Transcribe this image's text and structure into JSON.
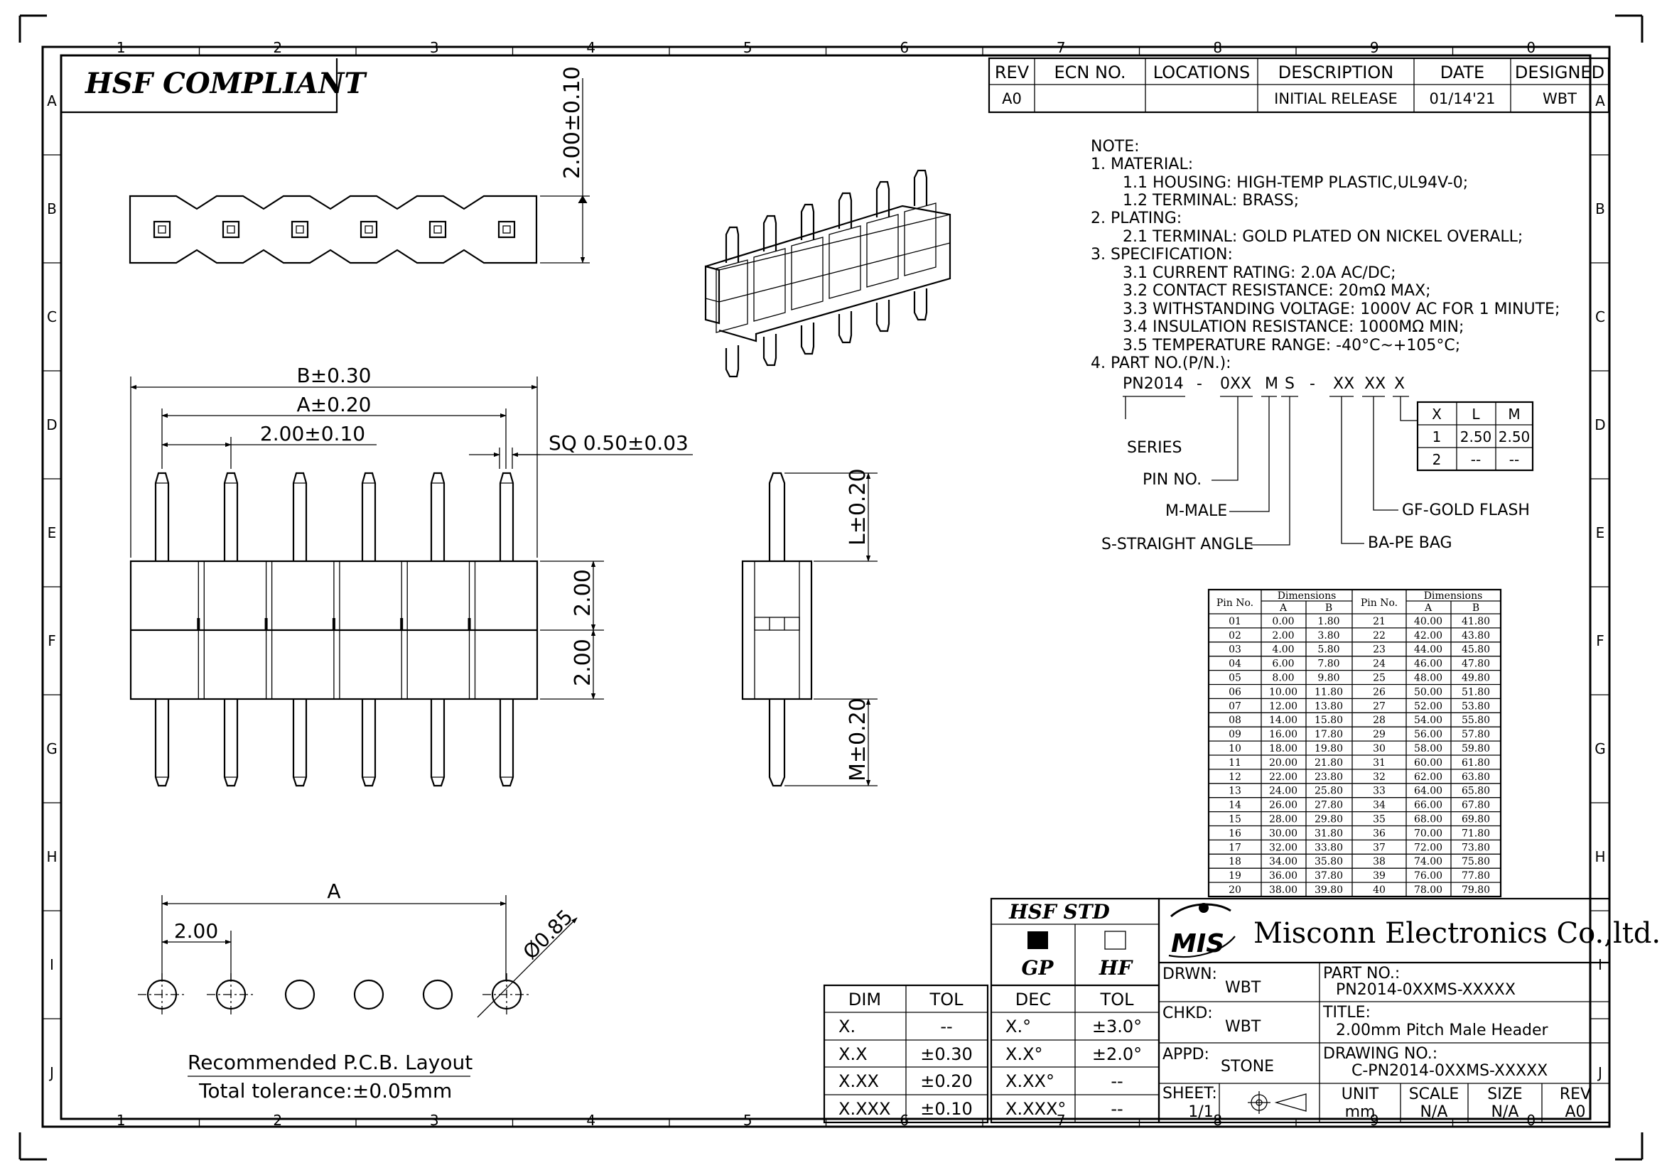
{
  "frame": {
    "cols": [
      "1",
      "2",
      "3",
      "4",
      "5",
      "6",
      "7",
      "8",
      "9",
      "0"
    ],
    "rows": [
      "A",
      "B",
      "C",
      "D",
      "E",
      "F",
      "G",
      "H",
      "I",
      "J"
    ]
  },
  "compliance": "HSF COMPLIANT",
  "revision": {
    "headers": [
      "REV",
      "ECN NO.",
      "LOCATIONS",
      "DESCRIPTION",
      "DATE",
      "DESIGNED"
    ],
    "row": [
      "A0",
      "",
      "",
      "INITIAL RELEASE",
      "01/14'21",
      "WBT"
    ]
  },
  "notes": [
    "NOTE:",
    "1.  MATERIAL:",
    "1.1  HOUSING: HIGH-TEMP PLASTIC,UL94V-0;",
    "1.2  TERMINAL: BRASS;",
    "2.  PLATING:",
    "2.1  TERMINAL: GOLD PLATED ON NICKEL OVERALL;",
    "3.  SPECIFICATION:",
    "3.1  CURRENT RATING: 2.0A AC/DC;",
    "3.2  CONTACT   RESISTANCE: 20mΩ MAX;",
    "3.3  WITHSTANDING VOLTAGE: 1000V AC FOR 1 MINUTE;",
    "3.4  INSULATION RESISTANCE: 1000MΩ MIN;",
    "3.5  TEMPERATURE RANGE:  -40°C~+105°C;",
    "4.  PART NO.(P/N.):"
  ],
  "part_number": {
    "segments": [
      "PN2014",
      "-",
      "0XX",
      "M",
      "S",
      "-",
      "XX",
      "XX",
      "X"
    ],
    "labels": {
      "series": "SERIES",
      "pin_no": "PIN NO.",
      "male": "M-MALE",
      "straight": "S-STRAIGHT ANGLE",
      "pe_bag": "BA-PE BAG",
      "gold_flash": "GF-GOLD FLASH"
    },
    "option_table": {
      "headers": [
        "X",
        "L",
        "M"
      ],
      "rows": [
        [
          "1",
          "2.50",
          "2.50"
        ],
        [
          "2",
          "--",
          "--"
        ]
      ]
    }
  },
  "dimensions": {
    "height_top": "2.00±0.10",
    "b": "B±0.30",
    "a": "A±0.20",
    "pitch": "2.00±0.10",
    "sq": "SQ 0.50±0.03",
    "housing_upper": "2.00",
    "housing_lower": "2.00",
    "l": "L±0.20",
    "m": "M±0.20",
    "pcb_a": "A",
    "pcb_pitch": "2.00",
    "hole": "Ø0.85"
  },
  "pcb": {
    "caption": "Recommended P.C.B. Layout",
    "tolerance": "Total tolerance:±0.05mm"
  },
  "pin_table": {
    "headers": {
      "pin": "Pin No.",
      "dimensions": "Dimensions",
      "a": "A",
      "b": "B"
    },
    "rows": [
      [
        "01",
        "0.00",
        "1.80",
        "21",
        "40.00",
        "41.80"
      ],
      [
        "02",
        "2.00",
        "3.80",
        "22",
        "42.00",
        "43.80"
      ],
      [
        "03",
        "4.00",
        "5.80",
        "23",
        "44.00",
        "45.80"
      ],
      [
        "04",
        "6.00",
        "7.80",
        "24",
        "46.00",
        "47.80"
      ],
      [
        "05",
        "8.00",
        "9.80",
        "25",
        "48.00",
        "49.80"
      ],
      [
        "06",
        "10.00",
        "11.80",
        "26",
        "50.00",
        "51.80"
      ],
      [
        "07",
        "12.00",
        "13.80",
        "27",
        "52.00",
        "53.80"
      ],
      [
        "08",
        "14.00",
        "15.80",
        "28",
        "54.00",
        "55.80"
      ],
      [
        "09",
        "16.00",
        "17.80",
        "29",
        "56.00",
        "57.80"
      ],
      [
        "10",
        "18.00",
        "19.80",
        "30",
        "58.00",
        "59.80"
      ],
      [
        "11",
        "20.00",
        "21.80",
        "31",
        "60.00",
        "61.80"
      ],
      [
        "12",
        "22.00",
        "23.80",
        "32",
        "62.00",
        "63.80"
      ],
      [
        "13",
        "24.00",
        "25.80",
        "33",
        "64.00",
        "65.80"
      ],
      [
        "14",
        "26.00",
        "27.80",
        "34",
        "66.00",
        "67.80"
      ],
      [
        "15",
        "28.00",
        "29.80",
        "35",
        "68.00",
        "69.80"
      ],
      [
        "16",
        "30.00",
        "31.80",
        "36",
        "70.00",
        "71.80"
      ],
      [
        "17",
        "32.00",
        "33.80",
        "37",
        "72.00",
        "73.80"
      ],
      [
        "18",
        "34.00",
        "35.80",
        "38",
        "74.00",
        "75.80"
      ],
      [
        "19",
        "36.00",
        "37.80",
        "39",
        "76.00",
        "77.80"
      ],
      [
        "20",
        "38.00",
        "39.80",
        "40",
        "78.00",
        "79.80"
      ]
    ]
  },
  "tolerance_table": {
    "headers": [
      "DIM",
      "TOL",
      "DEC",
      "TOL"
    ],
    "rows": [
      [
        "X.",
        "--",
        "X.°",
        "±3.0°"
      ],
      [
        "X.X",
        "±0.30",
        "X.X°",
        "±2.0°"
      ],
      [
        "X.XX",
        "±0.20",
        "X.XX°",
        "--"
      ],
      [
        "X.XXX",
        "±0.10",
        "X.XXX°",
        "--"
      ]
    ]
  },
  "hsf_std": {
    "title": "HSF STD",
    "gp": "GP",
    "hf": "HF"
  },
  "title_block": {
    "logo": "MIS",
    "company": "Misconn Electronics Co.,ltd.",
    "drwn_label": "DRWN:",
    "drwn": "WBT",
    "chkd_label": "CHKD:",
    "chkd": "WBT",
    "appd_label": "APPD:",
    "appd": "STONE",
    "part_no_label": "PART NO.:",
    "part_no": "PN2014-0XXMS-XXXXX",
    "title_label": "TITLE:",
    "title": "2.00mm Pitch Male Header",
    "drawing_no_label": "DRAWING NO.:",
    "drawing_no": "C-PN2014-0XXMS-XXXXX",
    "sheet_label": "SHEET:",
    "sheet": "1/1",
    "unit_label": "UNIT",
    "unit": "mm",
    "scale_label": "SCALE",
    "scale": "N/A",
    "size_label": "SIZE",
    "size": "N/A",
    "rev_label": "REV",
    "rev": "A0"
  }
}
